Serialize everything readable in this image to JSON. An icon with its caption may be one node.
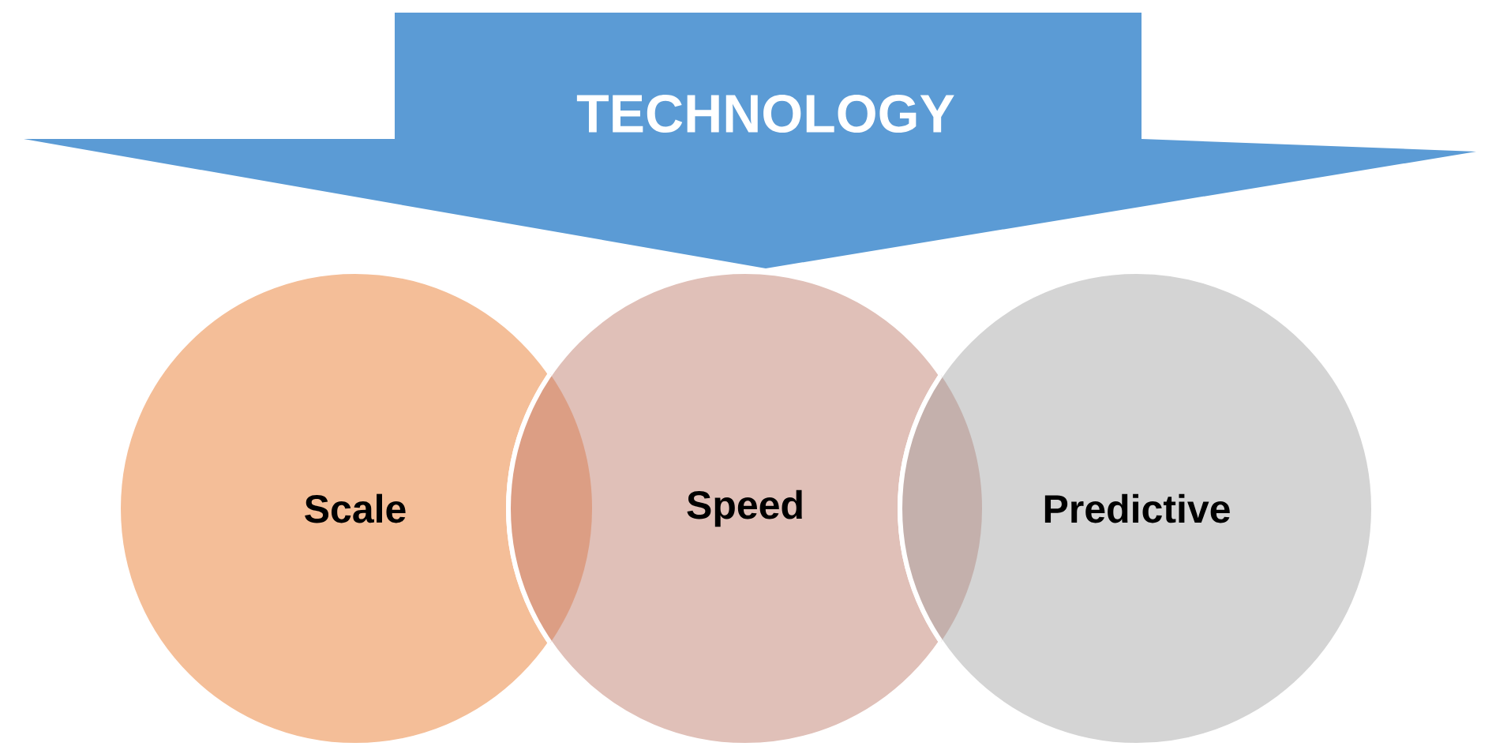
{
  "diagram": {
    "nodes": [
      {
        "text": [
          "TECHNOLOGY"
        ]
      },
      {
        "text": [
          "Scale"
        ]
      },
      {
        "text": [
          "Speed"
        ]
      },
      {
        "text": [
          "Predictive"
        ]
      }
    ]
  }
}
